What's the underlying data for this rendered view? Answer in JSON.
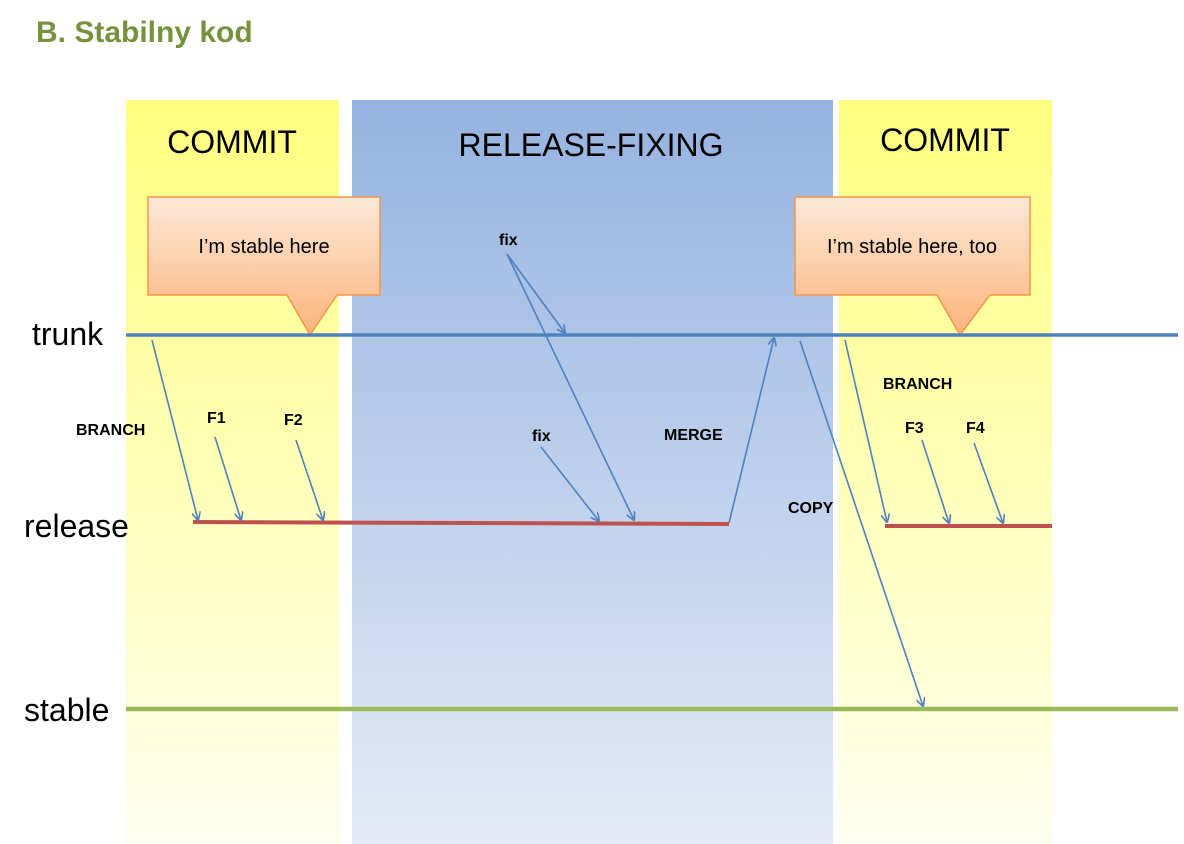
{
  "title": "B. Stabilny kod",
  "zones": {
    "commit_left": "COMMIT",
    "release_fixing": "RELEASE-FIXING",
    "commit_right": "COMMIT"
  },
  "lanes": {
    "trunk": "trunk",
    "release": "release",
    "stable": "stable"
  },
  "callouts": {
    "left": "I’m stable here",
    "right": "I’m stable here, too"
  },
  "labels": {
    "branch_left": "BRANCH",
    "f1": "F1",
    "f2": "F2",
    "fix_top": "fix",
    "fix_bottom": "fix",
    "merge": "MERGE",
    "copy": "COPY",
    "branch_right": "BRANCH",
    "f3": "F3",
    "f4": "F4"
  },
  "colors": {
    "commit_zone": "#ffff99",
    "release_zone": "#9bb7e3",
    "trunk_line": "#4f81bd",
    "release_line": "#c0504d",
    "stable_line": "#9bbb59",
    "arrow": "#4f81bd",
    "callout_fill": "#fcd5b4",
    "callout_stroke": "#f79646",
    "title": "#76923c"
  }
}
